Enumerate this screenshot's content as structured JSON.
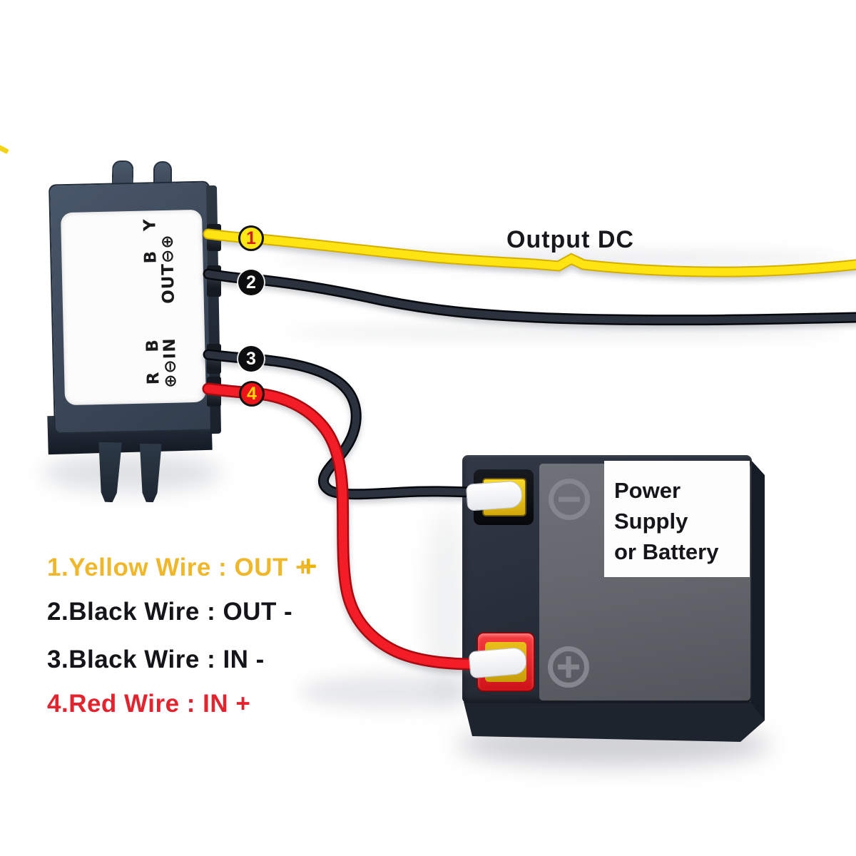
{
  "converter": {
    "label_out_wires": "B Y",
    "label_out": "OUT⊖⊕",
    "label_in_wires": "R B",
    "label_in": "⊕⊖IN"
  },
  "badges": [
    {
      "number": "1",
      "wire": "yellow-out-wire",
      "fill": "#ffe715",
      "text_color": "#d0201a"
    },
    {
      "number": "2",
      "wire": "black-out-wire",
      "fill": "#0c0d0f",
      "text_color": "#ffffff"
    },
    {
      "number": "3",
      "wire": "black-in-wire",
      "fill": "#0c0d0f",
      "text_color": "#ffffff"
    },
    {
      "number": "4",
      "wire": "red-in-wire",
      "fill": "#ec1418",
      "text_color": "#ffd60a"
    }
  ],
  "output_label": "Output DC",
  "battery": {
    "label_line1": "Power Supply",
    "label_line2": "or Battery",
    "negative_terminal_color": "#f2cd1d",
    "positive_terminal_color": "#e01317"
  },
  "annotations": {
    "plus_mark": "+"
  },
  "legend": [
    {
      "text": "1.Yellow Wire : OUT +",
      "color": "#efb82c"
    },
    {
      "text": "2.Black Wire : OUT -",
      "color": "#141519"
    },
    {
      "text": "3.Black Wire : IN -",
      "color": "#141519"
    },
    {
      "text": "4.Red Wire : IN +",
      "color": "#e2242f"
    }
  ],
  "wire_colors": {
    "yellow": "#ffe414",
    "black": "#2b323d",
    "red": "#f21d26"
  }
}
